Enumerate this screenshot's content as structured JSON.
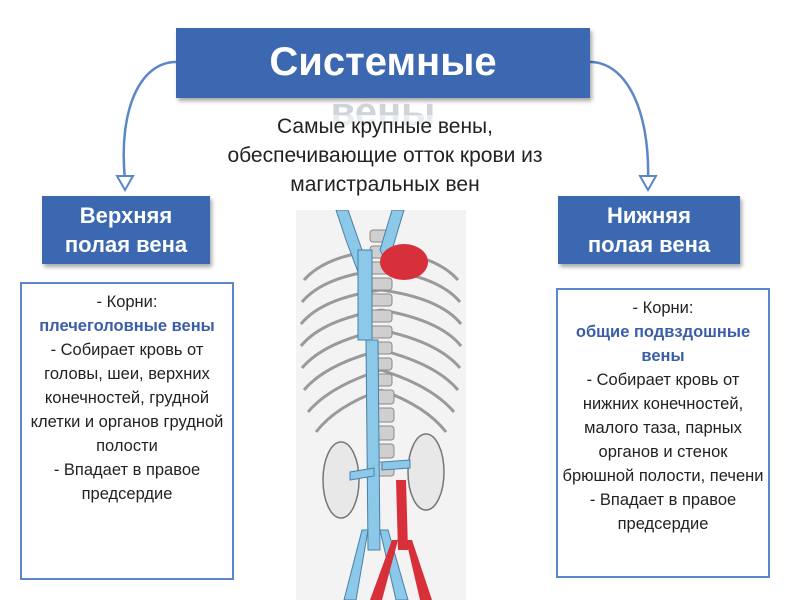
{
  "title": {
    "line1": "Системные",
    "line2": "вены"
  },
  "subtitle": {
    "line1": "Самые крупные вены,",
    "line2": "обеспечивающие отток крови из",
    "line3": "магистральных вен"
  },
  "left": {
    "heading_line1": "Верхняя",
    "heading_line2": "полая вена",
    "roots_label": "- Корни:",
    "roots_value": "плечеголовные вены",
    "collects": "- Собирает кровь от головы, шеи, верхних конечностей, грудной клетки и органов грудной полости",
    "drains": "- Впадает в правое предсердие"
  },
  "right": {
    "heading_line1": "Нижняя",
    "heading_line2": "полая вена",
    "roots_label": "-   Корни:",
    "roots_value": "общие подвздошные вены",
    "collects": "- Собирает кровь от нижних конечностей, малого таза, парных органов и стенок брюшной полости, печени",
    "drains": "-   Впадает в правое предсердие"
  },
  "colors": {
    "box_blue": "#3b68b0",
    "card_border": "#5b86c8",
    "highlight_text": "#3b5ea8",
    "vein_blue": "#8cc8e8",
    "artery_red": "#d8303a"
  }
}
